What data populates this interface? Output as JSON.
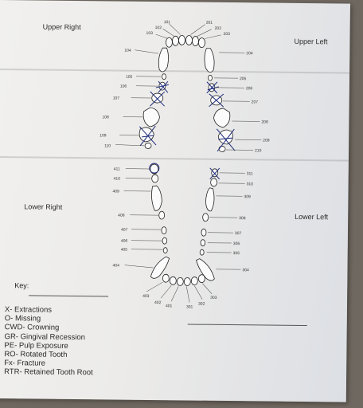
{
  "quadrants": {
    "upper_right": "Upper Right",
    "upper_left": "Upper Left",
    "lower_right": "Lower Right",
    "lower_left": "Lower Left"
  },
  "teeth": {
    "101": "101",
    "102": "102",
    "103": "103",
    "104": "104",
    "105": "105",
    "106": "106",
    "107": "107",
    "108": "108",
    "109": "109",
    "110": "110",
    "201": "201",
    "202": "202",
    "203": "203",
    "204": "204",
    "205": "205",
    "206": "206",
    "207": "207",
    "208": "208",
    "209": "209",
    "210": "210",
    "301": "301",
    "302": "302",
    "303": "303",
    "304": "304",
    "305": "305",
    "306": "306",
    "307": "307",
    "308": "308",
    "309": "309",
    "310": "310",
    "311": "311",
    "401": "401",
    "402": "402",
    "403": "403",
    "404": "404",
    "405": "405",
    "406": "406",
    "407": "407",
    "408": "408",
    "409": "409",
    "410": "410",
    "411": "411"
  },
  "key": {
    "title": "Key:",
    "items": [
      "X- Extractions",
      "O- Missing",
      "CWD- Crowning",
      "GR- Gingival Recession",
      "PE- Pulp Exposure",
      "RO- Rotated Tooth",
      "Fx- Fracture",
      "RTR- Retained Tooth Root"
    ]
  },
  "colors": {
    "paper": "#eeedeb",
    "ink": "#1c2a7a",
    "background": "#6f6860"
  }
}
